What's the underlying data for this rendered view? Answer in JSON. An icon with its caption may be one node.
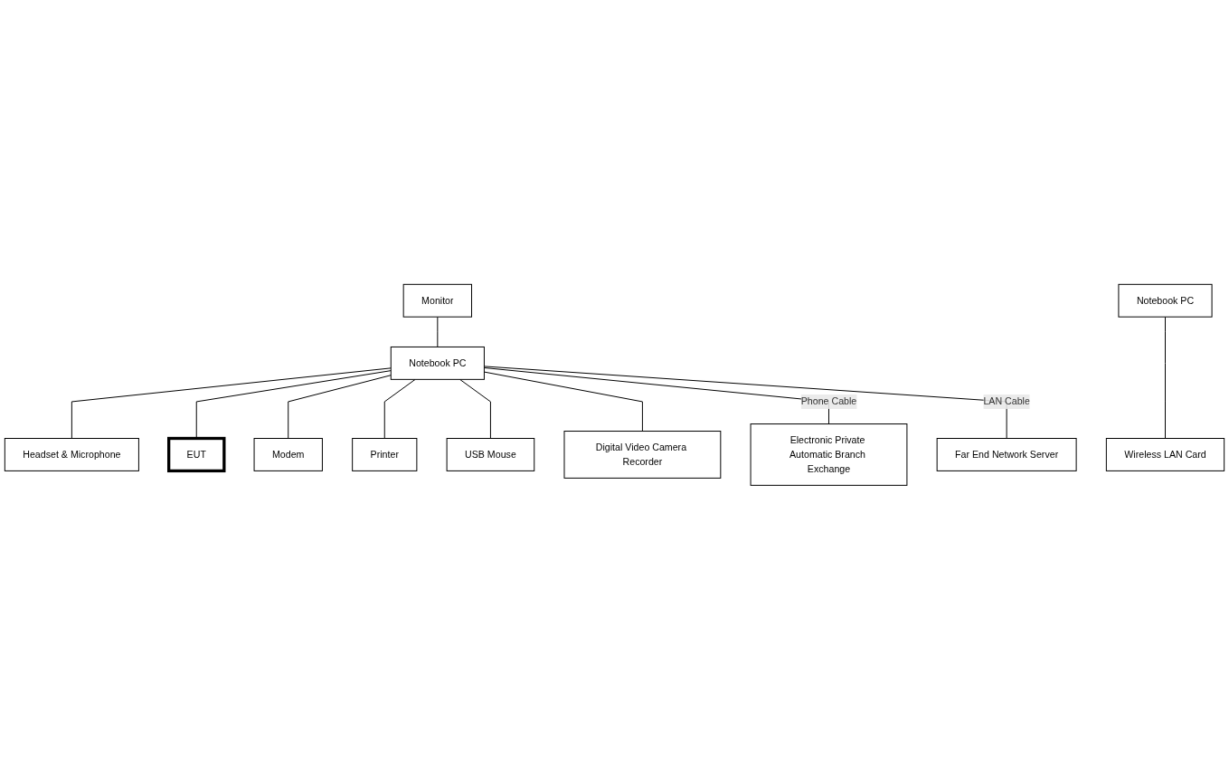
{
  "diagram": {
    "nodes": [
      {
        "text": [
          "Monitor"
        ]
      },
      {
        "text": [
          "Notebook PC"
        ]
      },
      {
        "text": [
          "EUT"
        ]
      },
      {
        "text": [
          "Modem"
        ]
      },
      {
        "text": [
          "Printer"
        ]
      },
      {
        "text": [
          "Headset & Microphone"
        ]
      },
      {
        "text": [
          "USB Mouse"
        ]
      },
      {
        "text": [
          "Digital Video Camera Recorder"
        ]
      },
      {
        "text": [
          "Electronic Private Automatic Branch Exchange"
        ]
      },
      {
        "text": [
          "Far End Network Server"
        ]
      },
      {
        "text": [
          "Notebook PC"
        ]
      },
      {
        "text": [
          "Wireless LAN Card"
        ]
      }
    ],
    "edges": [
      {
        "from": 0,
        "to": 1,
        "arrow": "none"
      },
      {
        "from": 1,
        "to": 5,
        "arrow": "none"
      },
      {
        "from": 1,
        "to": 2,
        "arrow": "none"
      },
      {
        "from": 1,
        "to": 3,
        "arrow": "none"
      },
      {
        "from": 1,
        "to": 4,
        "arrow": "none"
      },
      {
        "from": 1,
        "to": 6,
        "arrow": "none"
      },
      {
        "from": 1,
        "to": 7,
        "arrow": "none"
      },
      {
        "from": 1,
        "to": 8,
        "arrow": "none",
        "label": "Phone Cable"
      },
      {
        "from": 1,
        "to": 9,
        "arrow": "none",
        "label": "LAN Cable"
      },
      {
        "from": 10,
        "to": 11,
        "arrow": "none"
      }
    ]
  }
}
